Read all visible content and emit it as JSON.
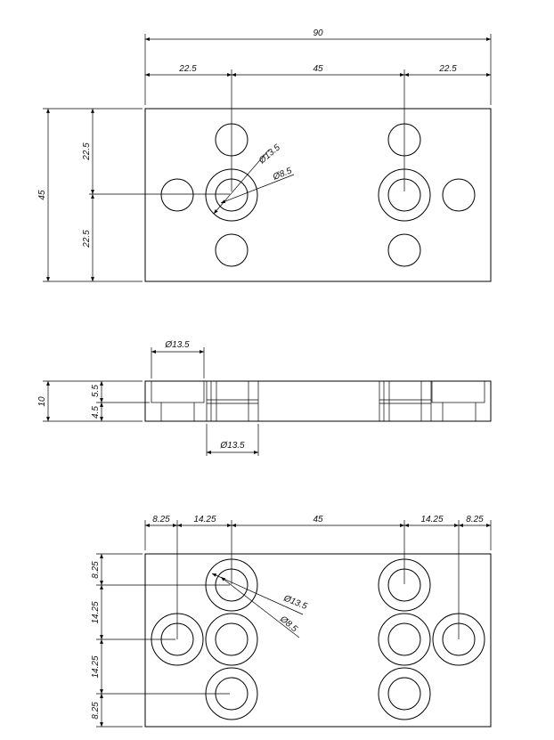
{
  "top_view": {
    "overall_width": "90",
    "seg_left": "22.5",
    "seg_mid": "45",
    "seg_right": "22.5",
    "height": "45",
    "half_top": "22.5",
    "half_bottom": "22.5",
    "outer_diameter": "Ø13.5",
    "inner_diameter": "Ø8.5"
  },
  "side_view": {
    "top_diameter": "Ø13.5",
    "bottom_diameter": "Ø13.5",
    "thickness": "10",
    "upper_depth": "5.5",
    "lower_depth": "4.5"
  },
  "bottom_view": {
    "seg1": "8.25",
    "seg2": "14.25",
    "seg3": "45",
    "seg4": "14.25",
    "seg5": "8.25",
    "v1": "8.25",
    "v2": "14.25",
    "v3": "14.25",
    "v4": "8.25",
    "outer_diameter": "Ø13.5",
    "inner_diameter": "Ø8.5"
  }
}
